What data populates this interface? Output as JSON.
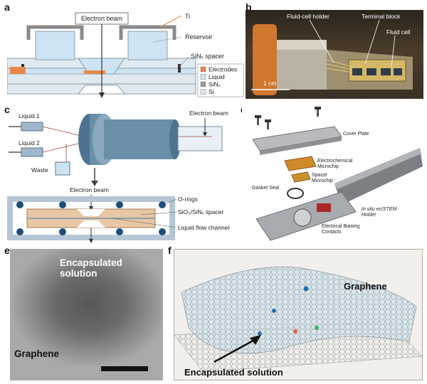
{
  "panels": {
    "a": {
      "letter": "a",
      "beam": "Electron beam",
      "ti": "Ti",
      "reservoir": "Reservoir",
      "spacer": "SiNₓ spacer",
      "legend": [
        "Electrodes",
        "Liquid",
        "SiNₓ",
        "Si"
      ],
      "legend_colors": [
        "#e8894a",
        "#cfe4f2",
        "#9a9a9a",
        "#dfe9f0"
      ]
    },
    "b": {
      "letter": "b",
      "holder": "Fluid-cell holder",
      "terminal": "Terminal block",
      "cell": "Fluid cell",
      "scale": "1 cm"
    },
    "c": {
      "letter": "c",
      "liquid1": "Liquid 1",
      "liquid2": "Liquid 2",
      "waste": "Waste",
      "beam_top": "Electron beam",
      "beam_bottom": "Electron beam",
      "orings": "O-rings",
      "spacer": "SiO₂/SiNₓ spacer",
      "channel": "Liquid flow channel"
    },
    "d": {
      "letter": "d",
      "cover": "Cover Plate",
      "electrochem": "Electrochemical\nMicrochip",
      "spacer": "Spacer\nMicrochip",
      "gasket": "Gasket Seal",
      "holder": "In situ ec/STEM\nHolder",
      "contacts": "Electrical Biasing\nContacts"
    },
    "e": {
      "letter": "e",
      "solution": "Encapsulated\nsolution",
      "graphene": "Graphene"
    },
    "f": {
      "letter": "f",
      "graphene": "Graphene",
      "solution": "Encapsulated solution"
    }
  }
}
